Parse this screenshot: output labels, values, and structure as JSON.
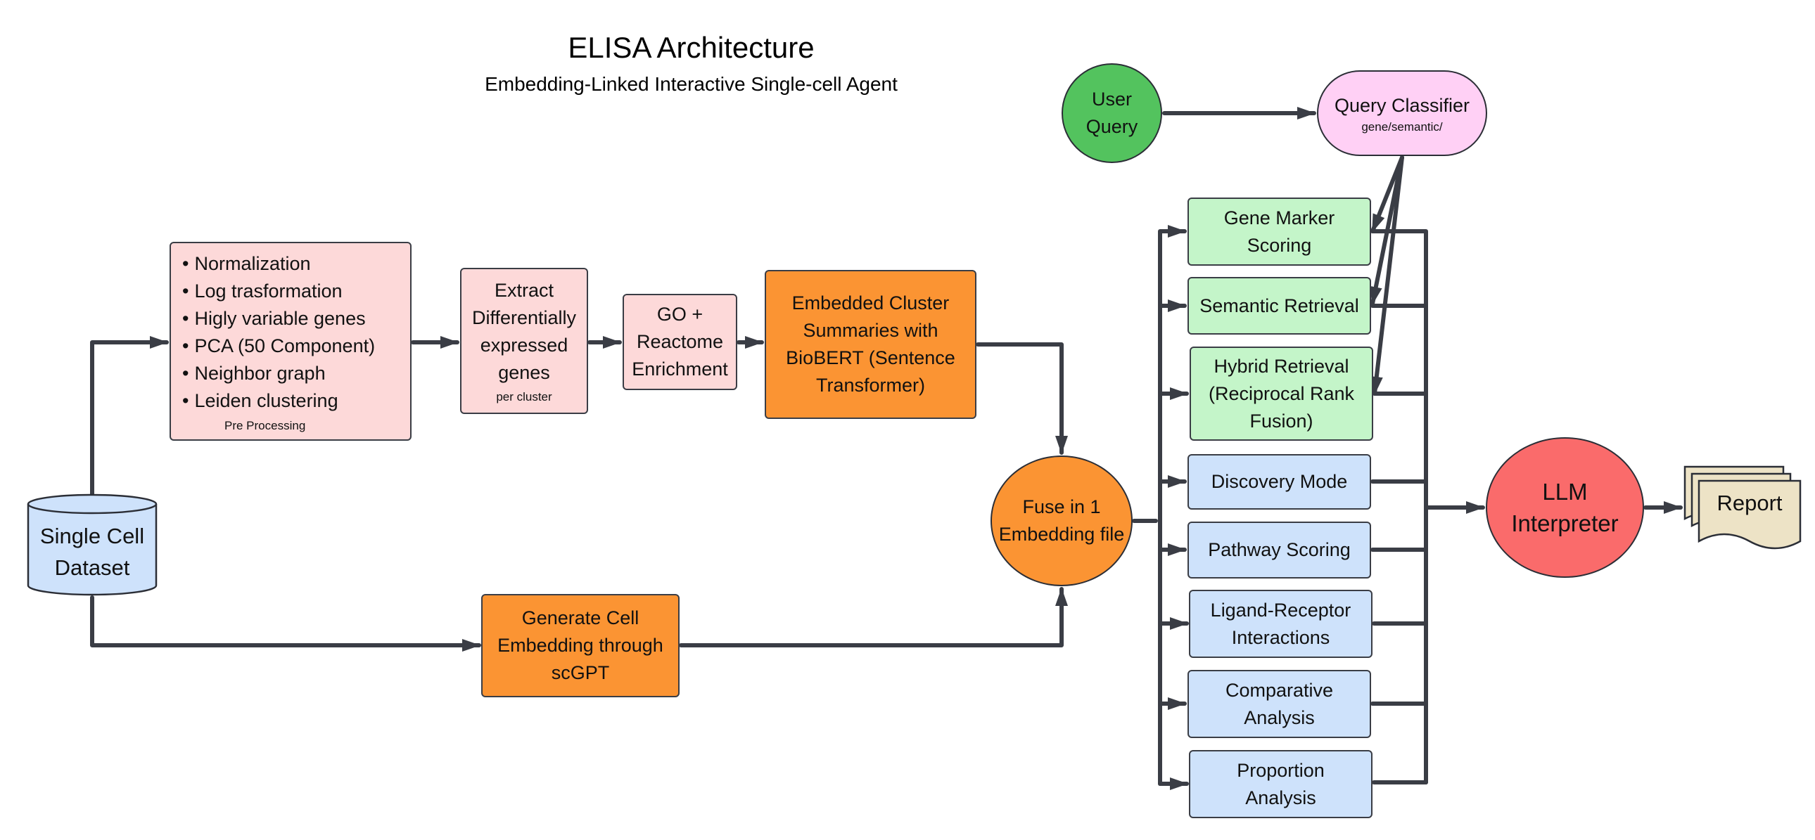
{
  "title": "ELISA Architecture",
  "subtitle": "Embedding-Linked Interactive Single-cell Agent",
  "nodes": {
    "dataset": "Single Cell\nDataset",
    "preprocessing": {
      "steps": [
        "Normalization",
        "Log trasformation",
        "Higly variable genes",
        "PCA (50 Component)",
        "Neighbor graph",
        "Leiden clustering"
      ],
      "caption": "Pre Processing"
    },
    "deg": {
      "label": "Extract\nDifferentially\nexpressed\ngenes",
      "caption": "per cluster"
    },
    "enrichment": "GO +\nReactome\nEnrichment",
    "summaries": "Embedded Cluster\nSummaries with\nBioBERT (Sentence\nTransformer)",
    "cell_embedding": "Generate Cell\nEmbedding through\nscGPT",
    "fuse": "Fuse in 1\nEmbedding file",
    "user_query": "User\nQuery",
    "query_classifier": {
      "label": "Query Classifier",
      "caption": "gene/semantic/"
    },
    "modules": [
      "Gene Marker\nScoring",
      "Semantic Retrieval",
      "Hybrid Retrieval\n(Reciprocal Rank\nFusion)",
      "Discovery Mode",
      "Pathway Scoring",
      "Ligand-Receptor\nInteractions",
      "Comparative\nAnalysis",
      "Proportion\nAnalysis"
    ],
    "llm": "LLM\nInterpreter",
    "report": "Report"
  },
  "colors": {
    "pink": "#fdd9d9",
    "orange": "#fb9433",
    "green": "#c4f5c9",
    "blue": "#cee2fb",
    "user_query": "#53c35e",
    "query_classifier": "#ffd0f5",
    "llm": "#fa6b6b",
    "report": "#ede3c6",
    "cylinder": "#cee2fb",
    "edge": "#3a3d45"
  }
}
